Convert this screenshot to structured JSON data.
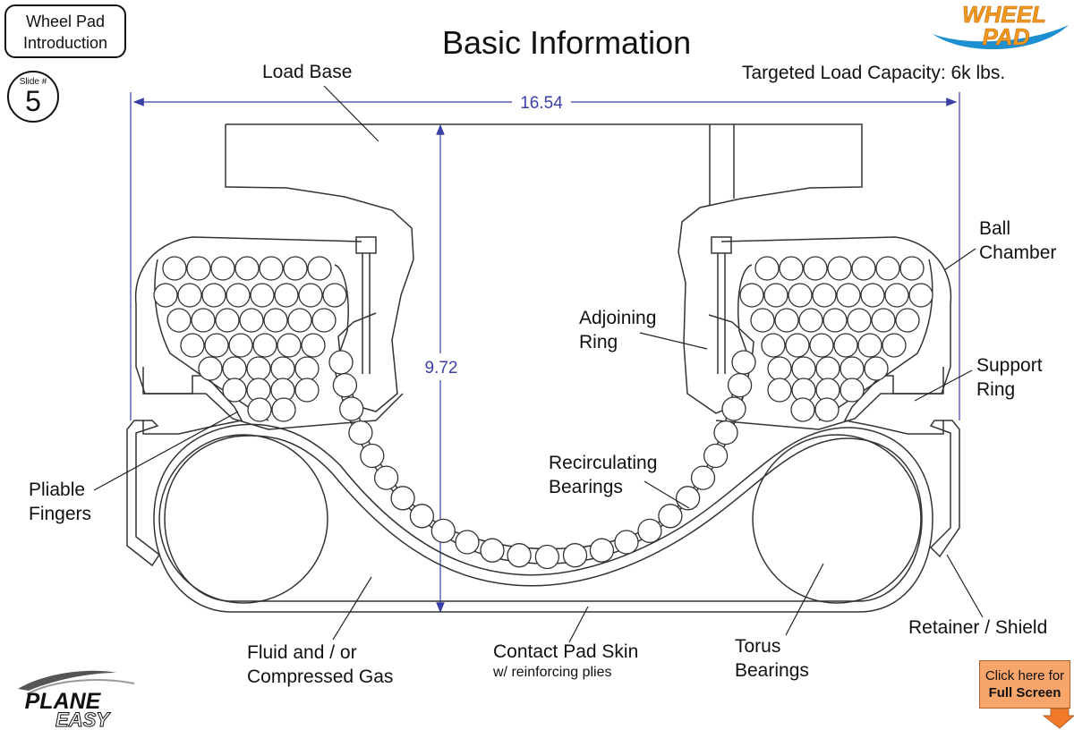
{
  "header": {
    "intro_line1": "Wheel Pad",
    "intro_line2": "Introduction",
    "slide_caption": "Slide #",
    "slide_number": "5",
    "title": "Basic Information",
    "capacity": "Targeted Load Capacity: 6k lbs."
  },
  "logo": {
    "wheel_pad_line1": "WHEEL",
    "wheel_pad_line2": "PAD",
    "plane_easy_line1": "PLANE",
    "plane_easy_line2": "EASY"
  },
  "dimensions": {
    "width": "16.54",
    "height": "9.72"
  },
  "labels": {
    "load_base": "Load Base",
    "ball_chamber_1": "Ball",
    "ball_chamber_2": "Chamber",
    "adjoining_ring_1": "Adjoining",
    "adjoining_ring_2": "Ring",
    "support_ring_1": "Support",
    "support_ring_2": "Ring",
    "pliable_fingers_1": "Pliable",
    "pliable_fingers_2": "Fingers",
    "recirculating_1": "Recirculating",
    "recirculating_2": "Bearings",
    "fluid_1": "Fluid and / or",
    "fluid_2": "Compressed Gas",
    "contact_pad_1": "Contact Pad Skin",
    "contact_pad_2": "w/ reinforcing plies",
    "torus_1": "Torus",
    "torus_2": "Bearings",
    "retainer": "Retainer / Shield"
  },
  "fullscreen": {
    "line1": "Click here for",
    "line2": "Full Screen"
  },
  "colors": {
    "dimension": "#3b3fa8",
    "wheel_pad_orange": "#f39a1e",
    "wheel_pad_blue": "#1b8fd0",
    "button_fill": "#f7a56a",
    "button_arrow": "#f07a2a"
  }
}
